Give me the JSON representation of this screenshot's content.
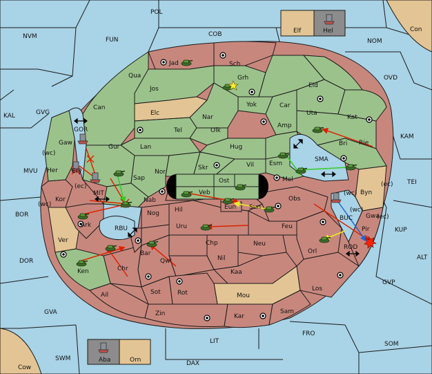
{
  "colors": {
    "sea": "#a9d3e6",
    "green": "#9cc28c",
    "red": "#c8877d",
    "neutral": "#e3c494",
    "gray": "#8c8c8c",
    "move_red": "#dd2200",
    "move_green": "#33cc22",
    "move_yellow": "#eeee22",
    "move_blue": "#2266cc"
  },
  "inset_top": {
    "left": "Elf",
    "right": "Hel"
  },
  "inset_bottom": {
    "left": "Aba",
    "right": "Orn"
  },
  "sea_labels": {
    "pol": "POL",
    "cob": "COB",
    "fun": "FUN",
    "nvm": "NVM",
    "nom": "NOM",
    "ovd": "OVD",
    "kal": "KAL",
    "gvg": "GVG",
    "kam": "KAM",
    "tei": "TEI",
    "mvu": "MVU",
    "bor": "BOR",
    "kup": "KUP",
    "alt": "ALT",
    "dor": "DOR",
    "gvp": "GVP",
    "gva": "GVA",
    "fro": "FRO",
    "som": "SOM",
    "swm": "SWM",
    "lit": "LIT",
    "dax": "DAX",
    "gor": "GOR",
    "mit": "MIT",
    "rbu": "RBU",
    "sma": "SMA",
    "buc": "BUC",
    "rod": "ROD",
    "con": "Con",
    "cow": "Cow"
  },
  "land_labels": {
    "jad": "Jad",
    "sch": "Sch",
    "grh": "Grh",
    "qua": "Qua",
    "jos": "Jos",
    "eld": "Eld",
    "can": "Can",
    "yok": "Yok",
    "car": "Car",
    "uta": "Uta",
    "kat": "Kat",
    "elc": "Elc",
    "nar": "Nar",
    "amp": "Amp",
    "tel": "Tel",
    "olk": "Olk",
    "rie": "Rie",
    "gaw": "Gaw",
    "gur": "Gur",
    "lan": "Lan",
    "hug": "Hug",
    "bri": "Bri",
    "wc1": "(wc)",
    "wc2": "(wc)",
    "wc3": "(wc)",
    "wc4": "(wc)",
    "ec1": "(ec)",
    "ec2": "(ec)",
    "ec3": "(ec)",
    "ery": "Ery",
    "esm": "Esm",
    "her": "Her",
    "nor": "Nor",
    "skr": "Skr",
    "vil": "Vil",
    "sap": "Sap",
    "ost": "Ost",
    "mel": "Mel",
    "byn": "Byn",
    "veb": "Veb",
    "kor": "Kor",
    "nab": "Nab",
    "hil": "Hil",
    "eun": "Eun",
    "sun": "Sun",
    "obs": "Obs",
    "gwa": "Gwa",
    "nog": "Nog",
    "ark": "Ark",
    "uru": "Uru",
    "feu": "Feu",
    "pir": "Pir",
    "ver": "Ver",
    "chp": "Chp",
    "neu": "Neu",
    "orl": "Orl",
    "bar": "Bar",
    "qwi": "Qwi",
    "nil": "Nil",
    "ken": "Ken",
    "chr": "Chr",
    "kaa": "Kaa",
    "los": "Los",
    "ail": "Ail",
    "sot": "Sot",
    "rot": "Rot",
    "mou": "Mou",
    "zin": "Zin",
    "kar": "Kar",
    "sam": "Sam"
  }
}
